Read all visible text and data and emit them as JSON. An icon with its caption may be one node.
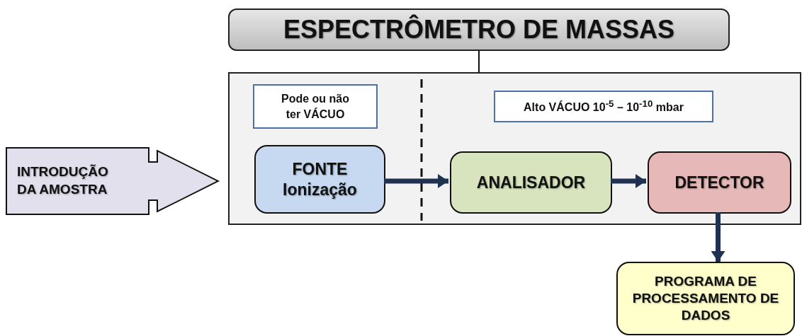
{
  "diagram": {
    "nodes": [
      {
        "text": [
          "ESPECTRÔMETRO DE MASSAS"
        ]
      },
      {
        "text": [],
        "shape": "box"
      },
      {
        "text": [
          "Pode ou não ter VÁCUO"
        ],
        "in": 1
      },
      {
        "text": [
          "Alto VÁCUO 10$^{-5}$ – 10$^{-10}$ mbar"
        ],
        "in": 1
      },
      {
        "text": [
          "INTRODUÇÃO DA AMOSTRA"
        ]
      },
      {
        "text": [
          "FONTE Ionização"
        ],
        "in": 1
      },
      {
        "text": [
          "ANALISADOR"
        ],
        "in": 1
      },
      {
        "text": [
          "DETECTOR"
        ],
        "in": 1
      },
      {
        "text": [
          "PROGRAMA DE PROCESSAMENTO DE DADOS"
        ]
      }
    ],
    "edges": [
      {
        "from": 0,
        "to": 1,
        "arrow": "none",
        "color": "#111111"
      },
      {
        "from": 5,
        "to": 6,
        "arrow": "to"
      },
      {
        "from": 6,
        "to": 7,
        "arrow": "to"
      },
      {
        "from": 7,
        "to": 8,
        "arrow": "to"
      }
    ]
  }
}
